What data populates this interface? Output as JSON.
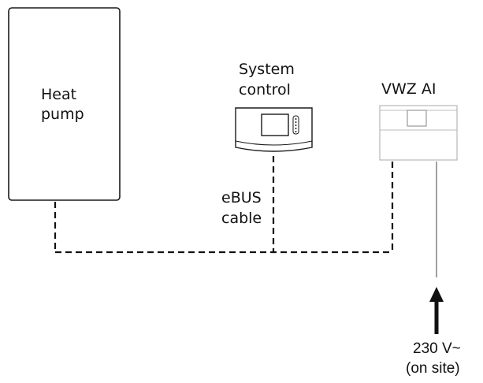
{
  "heat_pump": {
    "label_line1": "Heat",
    "label_line2": "pump"
  },
  "system_control": {
    "label_line1": "System",
    "label_line2": "control"
  },
  "vwz_ai": {
    "label": "VWZ AI"
  },
  "ebus_cable": {
    "label_line1": "eBUS",
    "label_line2": "cable"
  },
  "power_supply": {
    "label_line1": "230 V~",
    "label_line2": "(on site)"
  }
}
